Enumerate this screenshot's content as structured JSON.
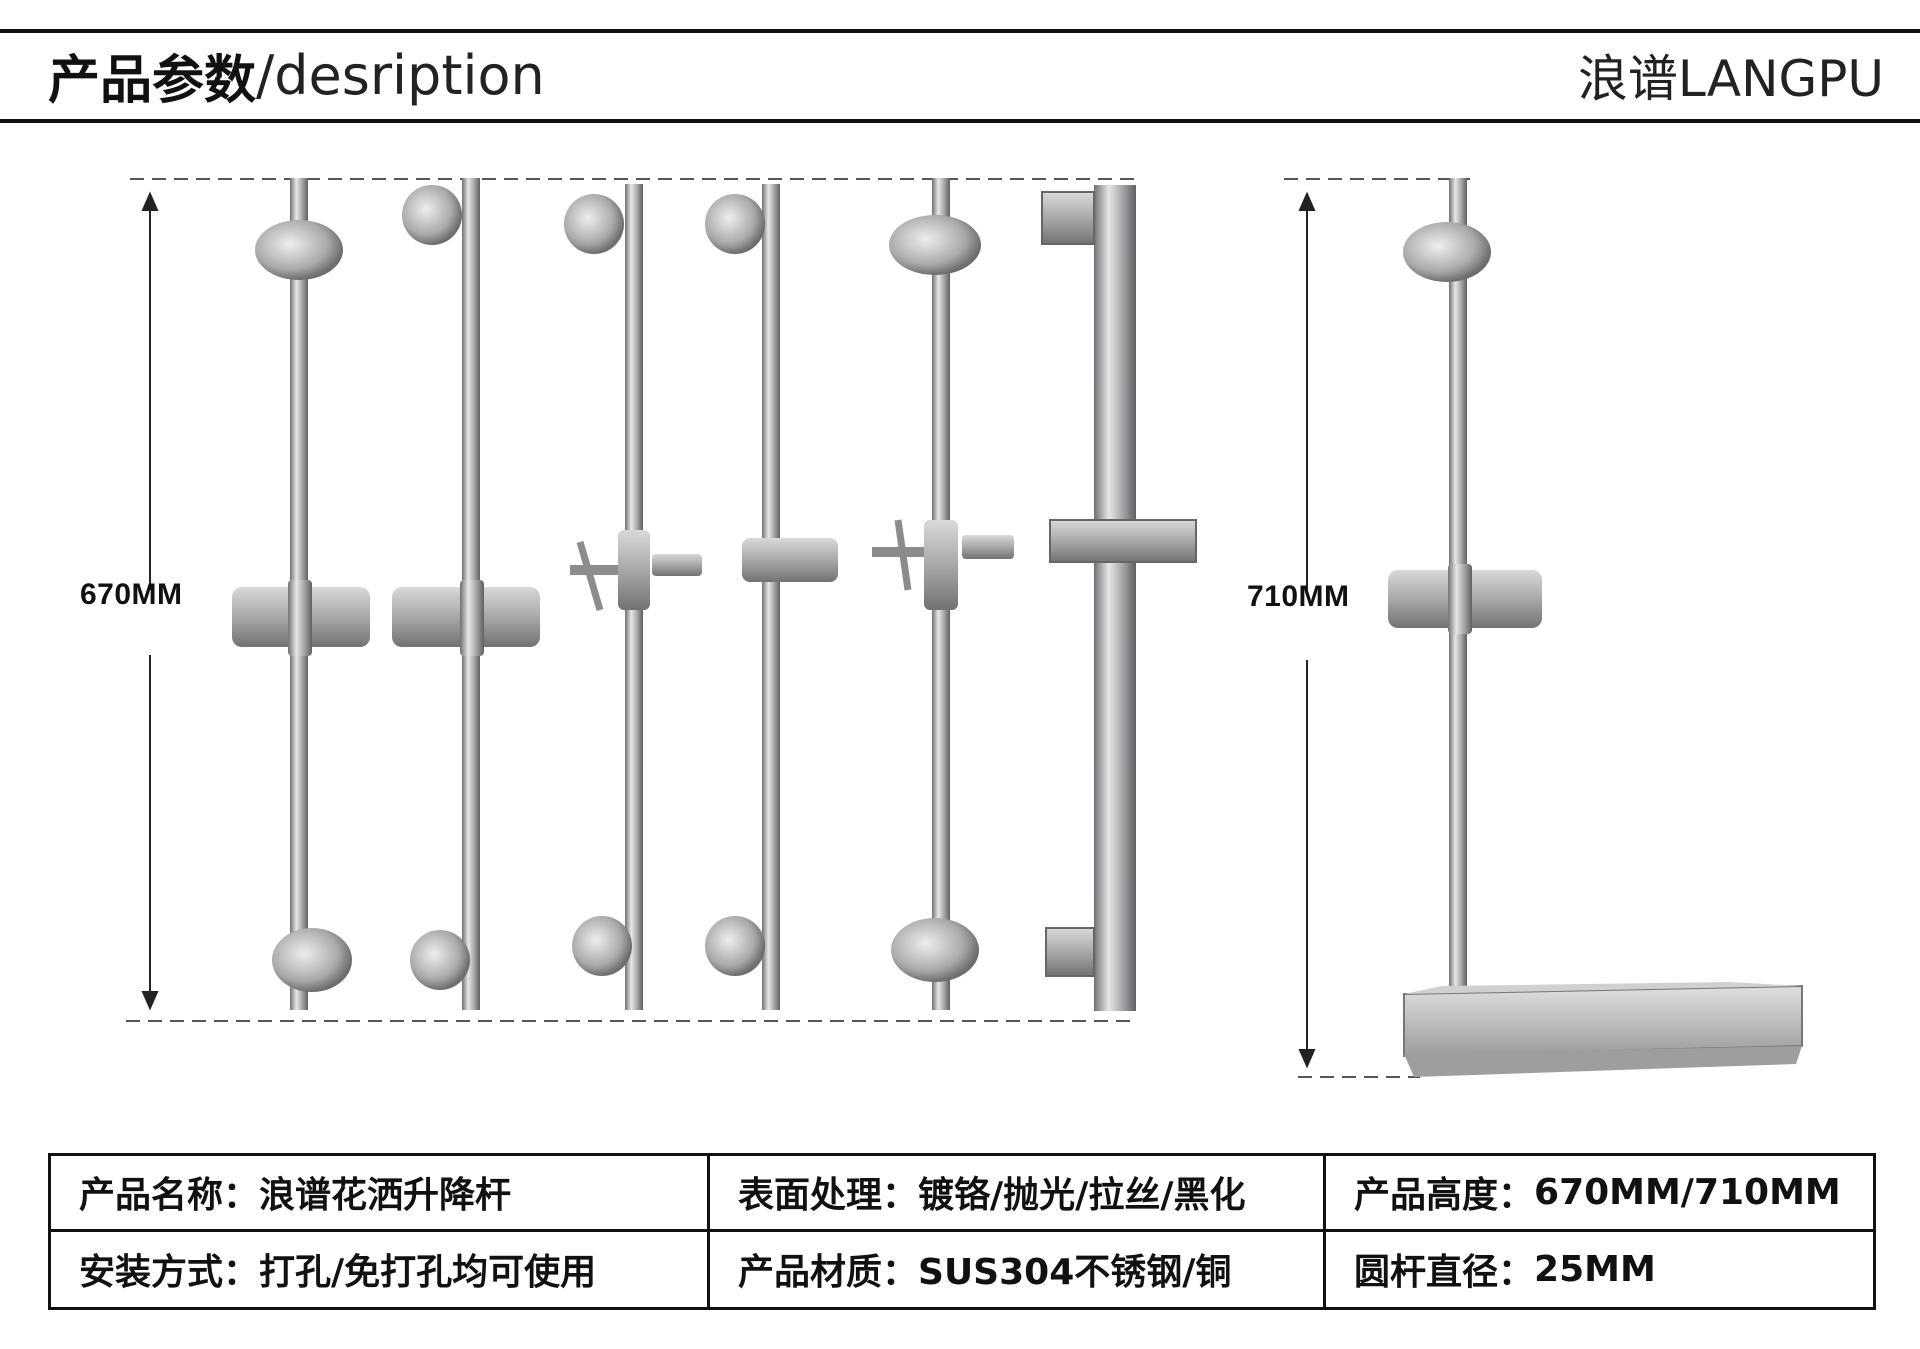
{
  "header": {
    "title_cn": "产品参数",
    "title_en": "/desription",
    "brand": "浪谱LANGPU"
  },
  "figure": {
    "dimension_left": "670MM",
    "dimension_right": "710MM",
    "colors": {
      "steel_dark": "#6e7073",
      "steel_mid": "#b4b6b8",
      "steel_light": "#e6e7e8",
      "dash": "#555555"
    }
  },
  "specs": [
    {
      "label": "产品名称：",
      "value": "浪谱花洒升降杆"
    },
    {
      "label": "表面处理：",
      "value": "镀铬/抛光/拉丝/黑化"
    },
    {
      "label": "产品高度：",
      "value": "670MM/710MM"
    },
    {
      "label": "安装方式：",
      "value": "打孔/免打孔均可使用"
    },
    {
      "label": "产品材质：",
      "value": "SUS304不锈钢/铜"
    },
    {
      "label": "圆杆直径：",
      "value": "25MM"
    }
  ]
}
